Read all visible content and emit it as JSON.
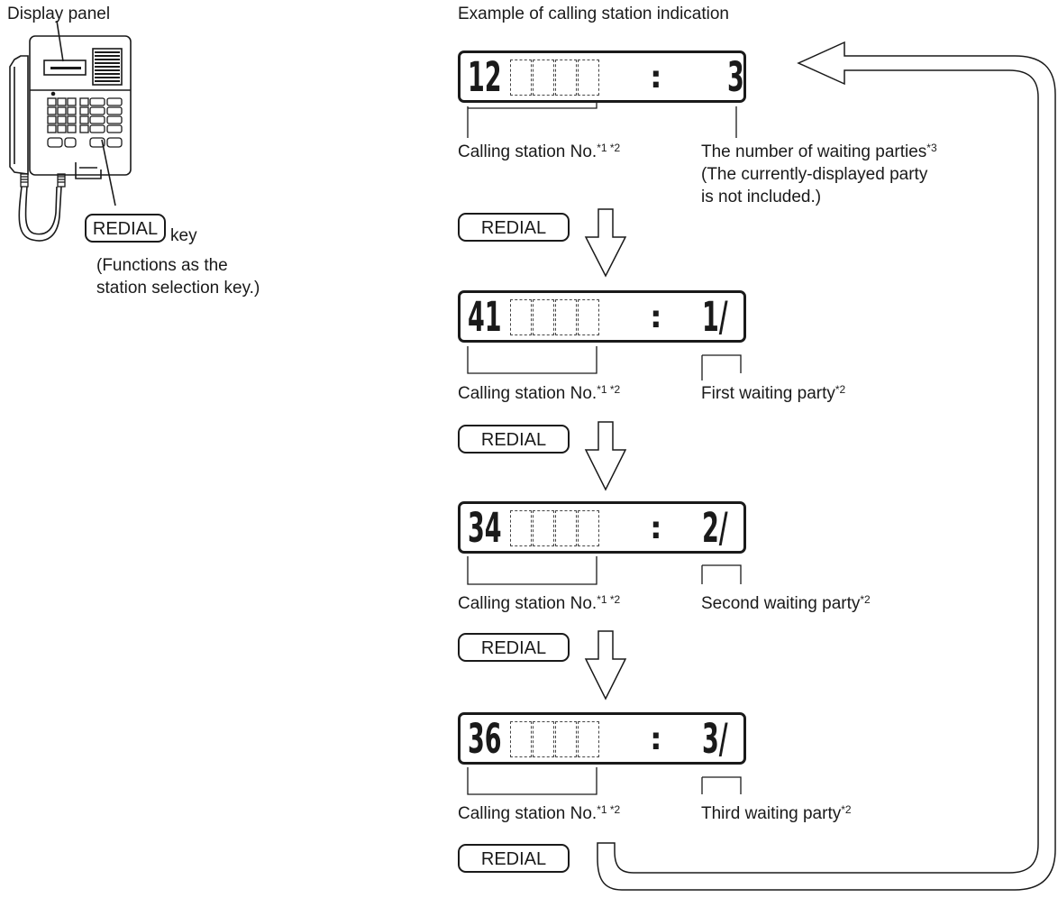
{
  "left": {
    "display_panel_label": "Display panel",
    "redial_key": "REDIAL",
    "key_word": "key",
    "note_line1": "(Functions as the",
    "note_line2": "station selection key.)"
  },
  "title": "Example of calling station indication",
  "redial_label": "REDIAL",
  "calling_station_label": "Calling station No.",
  "calling_station_sup": "*1 *2",
  "colon": ":",
  "panels": [
    {
      "digits": "12",
      "right": "3",
      "caption": "The number of waiting parties",
      "caption_sup": "*3",
      "extra_line1": "(The currently-displayed party",
      "extra_line2": "is not included.)"
    },
    {
      "digits": "41",
      "right": "1/",
      "caption": "First waiting party",
      "caption_sup": "*2"
    },
    {
      "digits": "34",
      "right": "2/",
      "caption": "Second waiting party",
      "caption_sup": "*2"
    },
    {
      "digits": "36",
      "right": "3/",
      "caption": "Third waiting party",
      "caption_sup": "*2"
    }
  ]
}
